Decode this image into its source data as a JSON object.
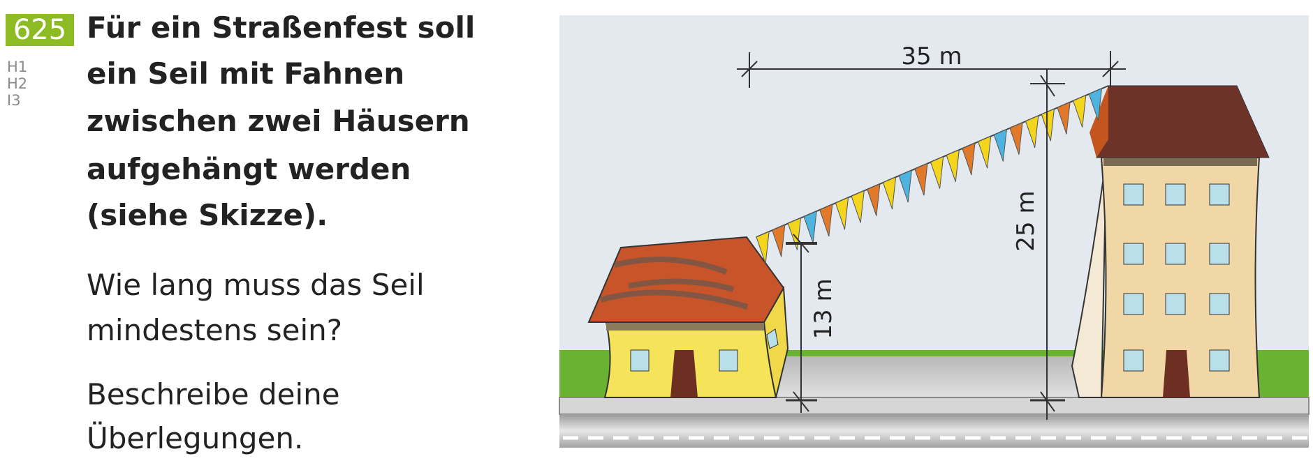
{
  "task": {
    "number": "625",
    "competencies": [
      "H1",
      "H2",
      "I3"
    ],
    "question_lines": [
      "Für ein Straßenfest soll",
      "ein Seil mit Fahnen",
      "zwischen zwei Häusern",
      "aufgehängt werden",
      "(siehe Skizze)."
    ],
    "prompt_lines": [
      "Wie lang muss das Seil",
      "mindestens sein?"
    ],
    "instruction_lines": [
      "Beschreibe deine",
      "Überlegungen."
    ]
  },
  "sketch": {
    "horizontal_distance": "35 m",
    "small_house_height": "13 m",
    "tall_house_height": "25 m",
    "flag_colors": [
      "#f2d51c",
      "#e07a2a",
      "#f2d51c",
      "#4fb3df",
      "#e07a2a",
      "#f2d51c"
    ],
    "colors": {
      "sky": "#e3e9ee",
      "grass": "#6ab232",
      "badge": "#8cbb24"
    }
  }
}
